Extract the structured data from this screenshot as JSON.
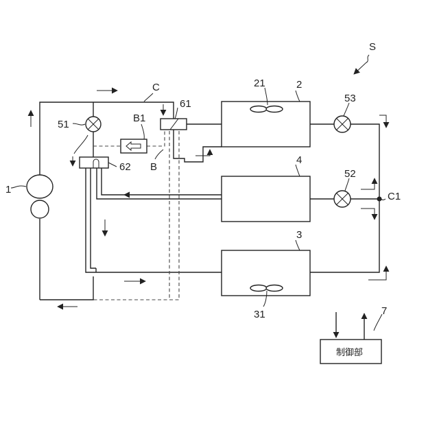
{
  "diagram": {
    "labels": {
      "system": "S",
      "compressor": "1",
      "hx_outdoor": "2",
      "hx_indoor_lower": "3",
      "hx_indoor_middle": "4",
      "fan_outdoor": "21",
      "fan_indoor": "31",
      "valve_51": "51",
      "valve_52": "52",
      "valve_53": "53",
      "junction_61": "61",
      "junction_62": "62",
      "circuit": "C",
      "branch": "B",
      "branch_device": "B1",
      "node_c1": "C1",
      "controller_ref": "7",
      "controller_text": "制御部"
    }
  }
}
